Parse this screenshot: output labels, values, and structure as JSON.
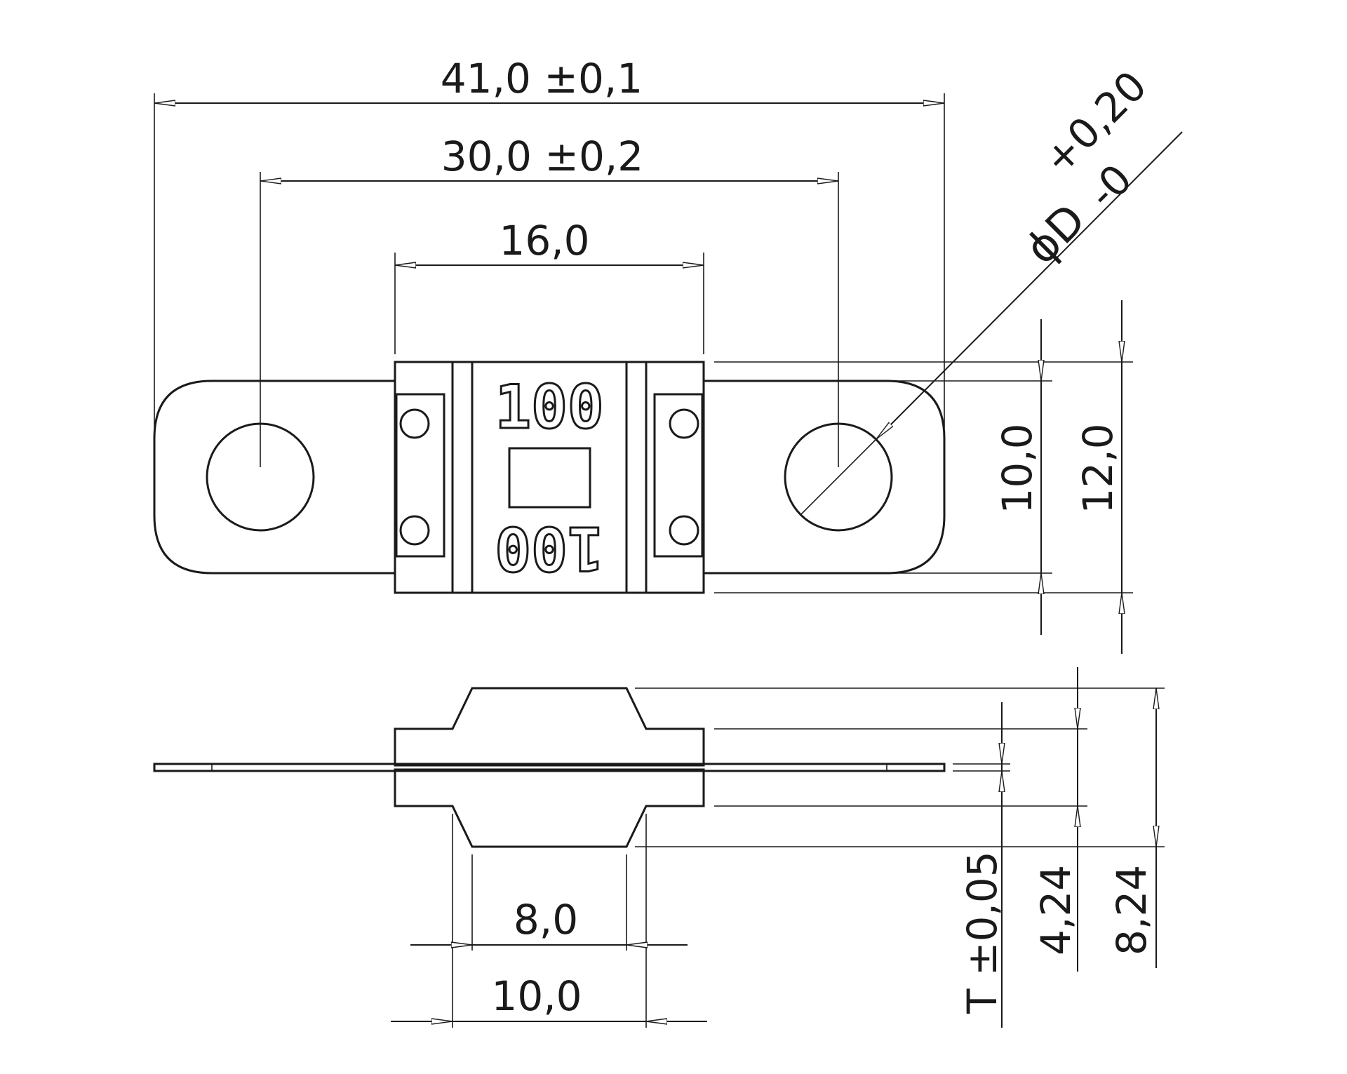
{
  "dimensions": {
    "overall_length": "41,0 ±0,1",
    "hole_pitch": "30,0 ±0,2",
    "body_length": "16,0",
    "terminal_width": "10,0",
    "body_width": "12,0",
    "hole_diameter_symbol": "ϕD",
    "hole_diameter_tol_upper": "+0,20",
    "hole_diameter_tol_lower": "-0",
    "window_width": "8,0",
    "window_outer_width": "10,0",
    "terminal_thickness": "T ±0,05",
    "body_thickness": "4,24",
    "overall_thickness": "8,24"
  },
  "marking": {
    "rating_top": "100",
    "rating_bottom": "100"
  }
}
